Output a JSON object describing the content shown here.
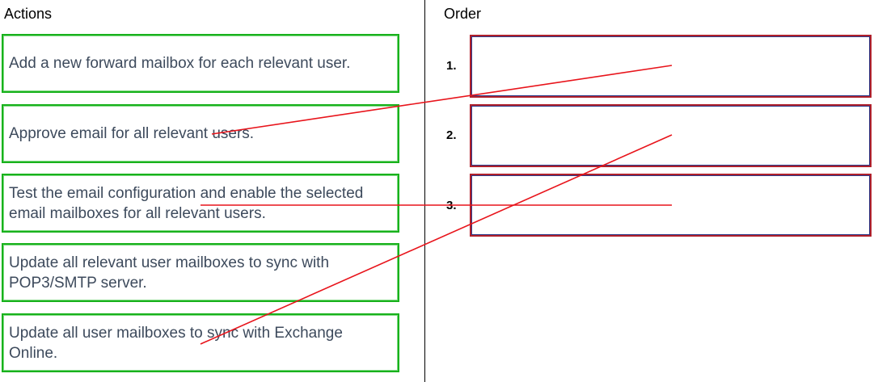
{
  "headers": {
    "actions": "Actions",
    "order": "Order"
  },
  "actions": [
    {
      "text": "Add a new forward mailbox for each relevant user."
    },
    {
      "text": "Approve email for all relevant users."
    },
    {
      "text": "Test the email configuration and enable the selected email mailboxes for all relevant users."
    },
    {
      "text": "Update all relevant user mailboxes to sync with POP3/SMTP server."
    },
    {
      "text": "Update all user mailboxes to sync with Exchange Online."
    }
  ],
  "order": [
    {
      "number": "1."
    },
    {
      "number": "2."
    },
    {
      "number": "3."
    }
  ],
  "colors": {
    "action_border": "#18b21c",
    "slot_border": "#b0202b",
    "connector": "#e8141b",
    "action_text": "#3d4a5c"
  }
}
